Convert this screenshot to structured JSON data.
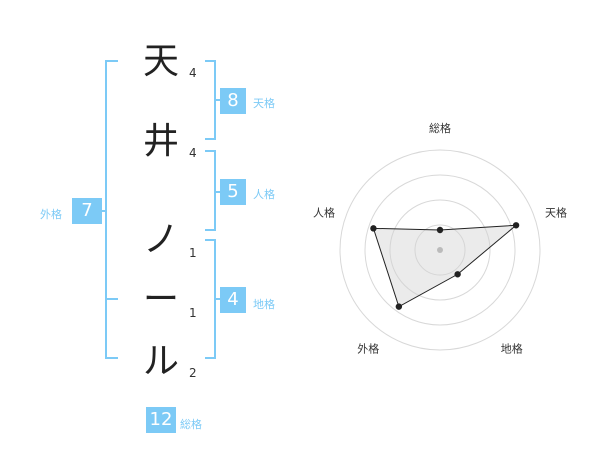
{
  "name": {
    "characters": [
      {
        "char": "天",
        "strokes": "4"
      },
      {
        "char": "井",
        "strokes": "4"
      },
      {
        "char": "ノ",
        "strokes": "1"
      },
      {
        "char": "ー",
        "strokes": "1"
      },
      {
        "char": "ル",
        "strokes": "2"
      }
    ]
  },
  "kakusu": {
    "tenkaku": {
      "value": "8",
      "label": "天格"
    },
    "jinkaku": {
      "value": "5",
      "label": "人格"
    },
    "chikaku": {
      "value": "4",
      "label": "地格"
    },
    "gaikaku": {
      "value": "7",
      "label": "外格"
    },
    "soukaku": {
      "value": "12",
      "label": "総格"
    }
  },
  "colors": {
    "accent": "#7ccaf6",
    "text": "#222222"
  },
  "chart_data": {
    "type": "radar",
    "axes": [
      "総格",
      "天格",
      "地格",
      "外格",
      "人格"
    ],
    "values": [
      0.2,
      0.8,
      0.3,
      0.7,
      0.7
    ],
    "range": [
      0,
      1
    ],
    "rings": 4
  }
}
